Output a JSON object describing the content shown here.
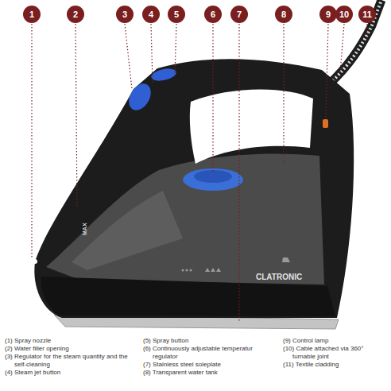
{
  "diagram": {
    "nodes": [
      {
        "text": [
          "1"
        ]
      },
      {
        "text": [
          "2"
        ]
      },
      {
        "text": [
          "3"
        ]
      },
      {
        "text": [
          "4"
        ]
      },
      {
        "text": [
          "5"
        ]
      },
      {
        "text": [
          "6"
        ]
      },
      {
        "text": [
          "7"
        ]
      },
      {
        "text": [
          "8"
        ]
      },
      {
        "text": [
          "9"
        ]
      },
      {
        "text": [
          "10"
        ]
      },
      {
        "text": [
          "11"
        ]
      }
    ],
    "labels": [
      "(1) Spray nozzle",
      "(2) Water filler opening",
      "(3) Regulator for the steam quantity and the self-cleaning",
      "(4) Steam jet button",
      "(5) Spray button",
      "(6) Continuously adjustable temperatur regulator",
      "(7) Stainless steel soleplate",
      "(8) Transparent water tank",
      "(9) Control lamp",
      "(10) Cable attached via 360° turnable joint",
      "(11) Textile cladding",
      "MAX",
      "CLATRONIC"
    ]
  }
}
